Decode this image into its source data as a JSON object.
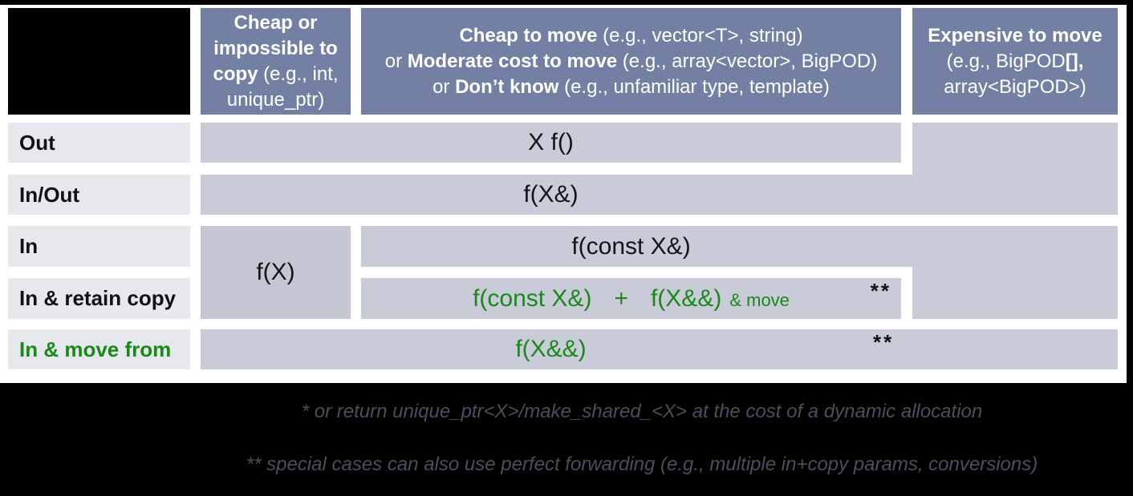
{
  "headers": {
    "col1": {
      "bold": "Cheap or impossible to copy",
      "regular": " (e.g., int, unique_ptr)"
    },
    "col2": {
      "l1b": "Cheap to move",
      "l1r": " (e.g., vector<T>, string)",
      "l2pre": "or ",
      "l2b": "Moderate cost to move",
      "l2r": " (e.g., array<vector>, BigPOD)",
      "l3pre": "or ",
      "l3b": "Don’t know",
      "l3r": " (e.g., unfamiliar type, template)"
    },
    "col3": {
      "l1": "Expensive to move",
      "l2a": "(e.g., BigPOD",
      "l2b": "[],",
      "l3": "array<BigPOD>)"
    }
  },
  "rows": [
    {
      "label": "Out"
    },
    {
      "label": "In/Out"
    },
    {
      "label": "In"
    },
    {
      "label": "In & retain copy"
    },
    {
      "label": "In & move from"
    }
  ],
  "cells": {
    "out": "X f()",
    "inout": "f(X&)",
    "copy_col": "f(X)",
    "in": "f(const X&)",
    "retain_a": "f(const X&)",
    "retain_plus": "+",
    "retain_b": "f(X&&)",
    "retain_suffix": "& move",
    "retain_note": "**",
    "move": "f(X&&)",
    "move_note": "**"
  },
  "footnotes": [
    "* or return unique_ptr<X>/make_shared_<X> at the cost of a dynamic allocation",
    "** special cases can also use perfect forwarding (e.g., multiple in+copy params, conversions)"
  ],
  "colors": {
    "header_bg": "#7380a4",
    "cell_bg": "#c9ccd8",
    "copy_cell_bg": "#c3c7d3",
    "row_label_bg": "#e6e8ee",
    "green_accent": "#178a17",
    "footnote_text": "#4a4f5e",
    "frame": "#000000"
  }
}
